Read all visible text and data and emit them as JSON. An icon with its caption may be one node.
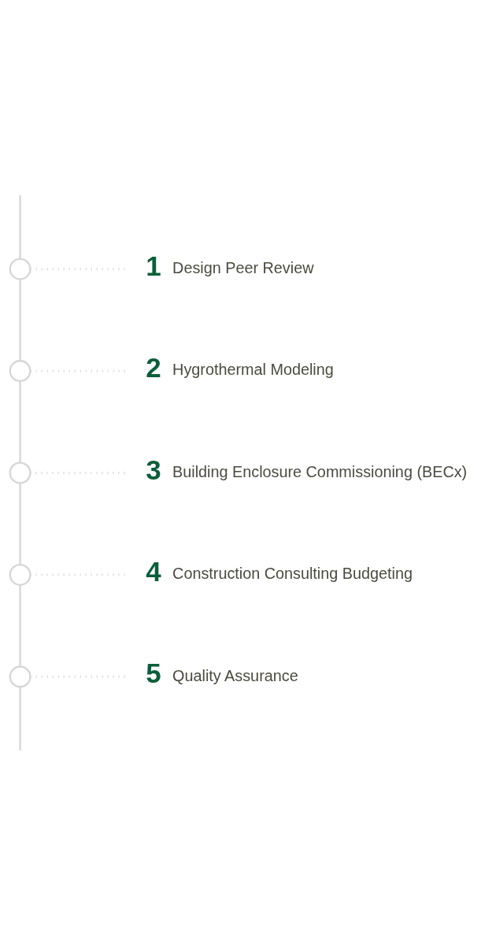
{
  "diagram": {
    "nodes": [
      {
        "text": [],
        "shape": "circle"
      },
      {
        "text": [
          "1",
          "Design Peer Review"
        ]
      },
      {
        "text": [],
        "shape": "circle"
      },
      {
        "text": [
          "2",
          "Hygrothermal Modeling"
        ]
      },
      {
        "text": [],
        "shape": "circle"
      },
      {
        "text": [
          "3",
          "Building Enclosure Commissioning (BECx)"
        ]
      },
      {
        "text": [],
        "shape": "circle"
      },
      {
        "text": [
          "4",
          "Construction Consulting Budgeting"
        ]
      },
      {
        "text": [],
        "shape": "circle"
      },
      {
        "text": [
          "5",
          "Quality Assurance"
        ]
      }
    ],
    "edges": [
      {
        "from": null,
        "to": 0,
        "arrow": "none"
      },
      {
        "from": 0,
        "to": 1,
        "arrow": "none",
        "style": "dashed"
      },
      {
        "from": 0,
        "to": 2,
        "arrow": "none"
      },
      {
        "from": 2,
        "to": 3,
        "arrow": "none",
        "style": "dashed"
      },
      {
        "from": 2,
        "to": 4,
        "arrow": "none"
      },
      {
        "from": 4,
        "to": 5,
        "arrow": "none",
        "style": "dashed"
      },
      {
        "from": 4,
        "to": 6,
        "arrow": "none"
      },
      {
        "from": 6,
        "to": 7,
        "arrow": "none",
        "style": "dashed"
      },
      {
        "from": 6,
        "to": 8,
        "arrow": "none"
      },
      {
        "from": 8,
        "to": 9,
        "arrow": "none",
        "style": "dashed"
      },
      {
        "from": 8,
        "to": null,
        "arrow": "none"
      }
    ]
  }
}
